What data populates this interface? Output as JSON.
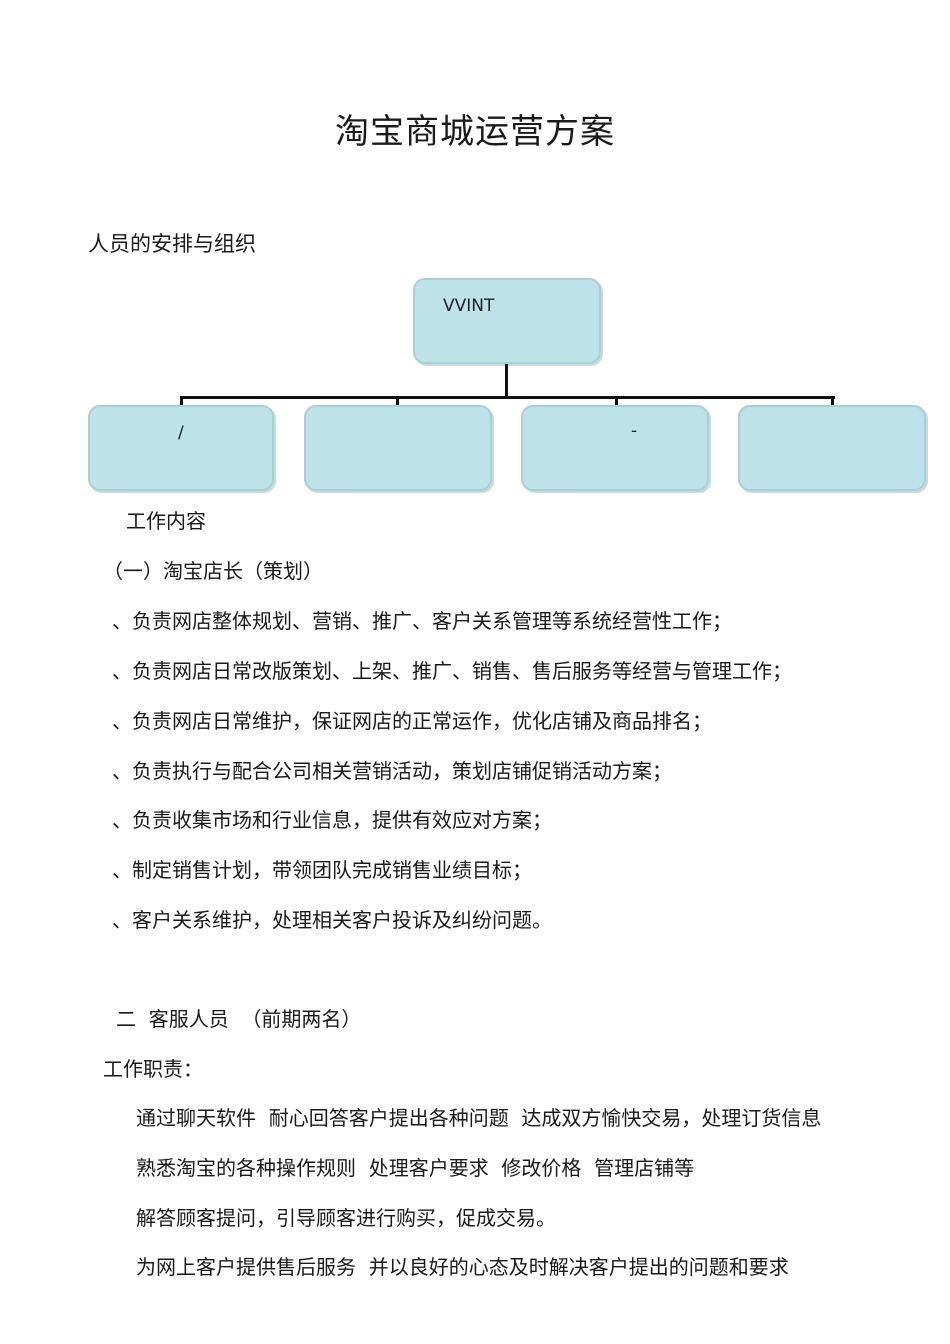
{
  "title": "淘宝商城运营方案",
  "section_heading": "人员的安排与组织",
  "org_chart": {
    "top": {
      "label": "VVINT"
    },
    "children": [
      {
        "label": "/"
      },
      {
        "label": ""
      },
      {
        "label": "-"
      },
      {
        "label": ""
      }
    ]
  },
  "work_heading": "工作内容",
  "manager": {
    "heading": "（一）淘宝店长（策划）",
    "items": [
      "、负责网店整体规划、营销、推广、客户关系管理等系统经营性工作；",
      "、负责网店日常改版策划、上架、推广、销售、售后服务等经营与管理工作；",
      "、负责网店日常维护，保证网店的正常运作，优化店铺及商品排名；",
      "、负责执行与配合公司相关营销活动，策划店铺促销活动方案；",
      "、负责收集市场和行业信息，提供有效应对方案；",
      "、制定销售计划，带领团队完成销售业绩目标；",
      "、客户关系维护，处理相关客户投诉及纠纷问题。"
    ]
  },
  "service": {
    "heading": "二  客服人员  （前期两名）",
    "duties_label": "工作职责：",
    "items": [
      "通过聊天软件  耐心回答客户提出各种问题  达成双方愉快交易，处理订货信息",
      "熟悉淘宝的各种操作规则  处理客户要求  修改价格  管理店铺等",
      "解答顾客提问，引导顾客进行购买，促成交易。",
      "为网上客户提供售后服务  并以良好的心态及时解决客户提出的问题和要求"
    ]
  }
}
